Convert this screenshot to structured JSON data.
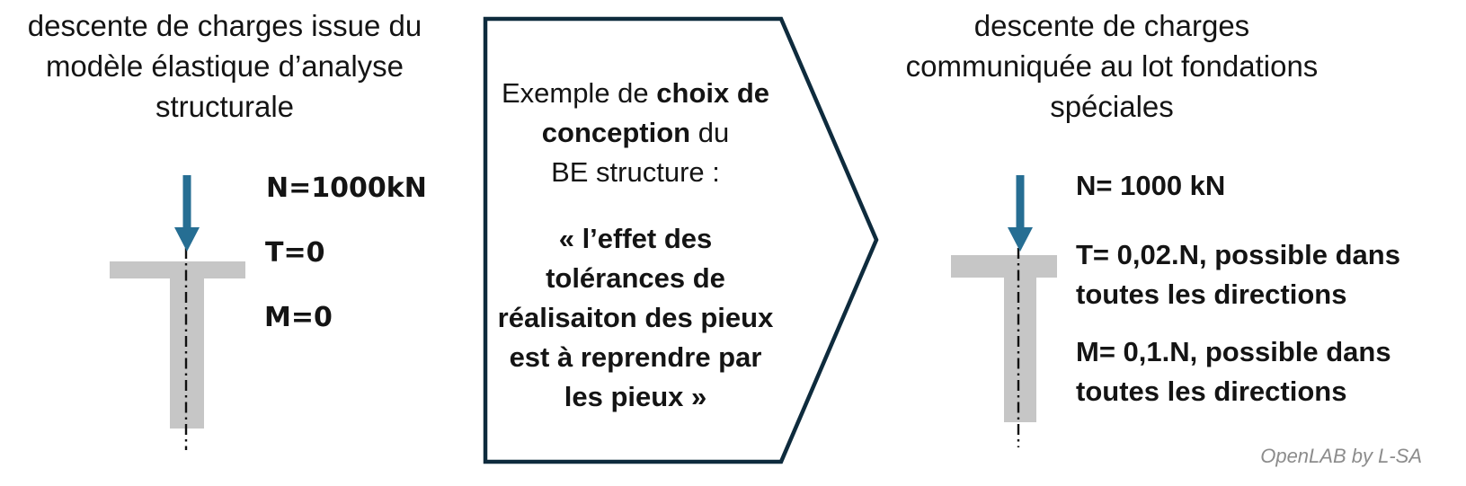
{
  "colors": {
    "accent_blue": "#266e93",
    "shape_gray": "#c6c6c6",
    "outline_navy": "#0e2b3d",
    "text_black": "#141414",
    "watermark_gray": "#8c8c8c"
  },
  "left_panel": {
    "title_lines": [
      "descente de charges issue du",
      "modèle élastique d’analyse",
      "structurale"
    ],
    "labels": {
      "n": "N=1000kN",
      "t": "T=0",
      "m": "M=0"
    }
  },
  "callout": {
    "line1_regular": "Exemple de ",
    "line1_bold": "choix de",
    "line2_bold": "conception",
    "line2_regular": " du",
    "line3": "BE structure :",
    "quote_lines": [
      "« l’effet des",
      "tolérances de",
      "réalisaiton des pieux",
      "est à reprendre par",
      "les pieux »"
    ]
  },
  "right_panel": {
    "title_lines": [
      "descente de charges",
      "communiquée au lot fondations",
      "spéciales"
    ],
    "labels": {
      "n": "N= 1000 kN",
      "t_lines": [
        "T= 0,02.N, possible dans",
        "toutes les directions"
      ],
      "m_lines": [
        "M= 0,1.N, possible dans",
        "toutes les directions"
      ]
    }
  },
  "watermark": "OpenLAB by L-SA"
}
